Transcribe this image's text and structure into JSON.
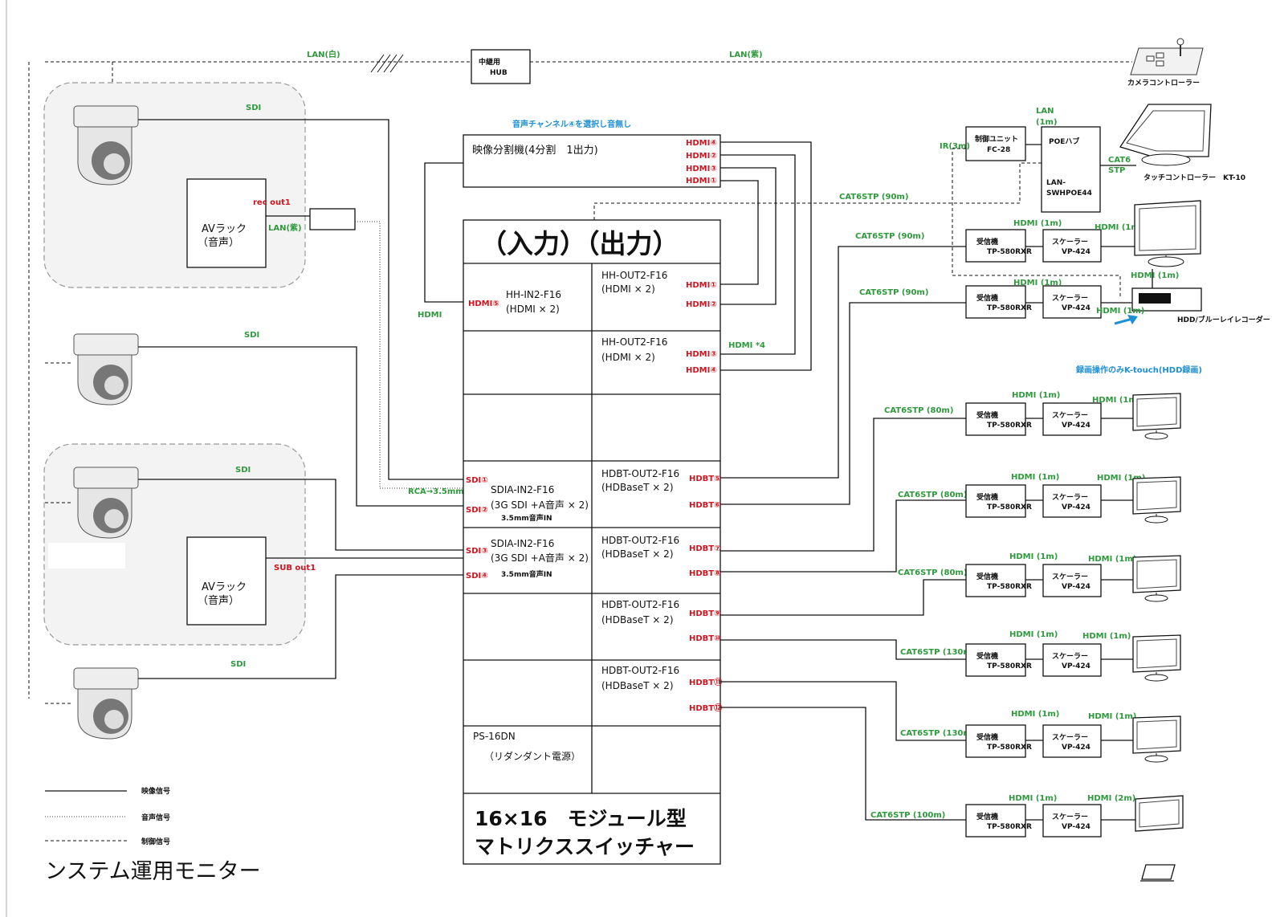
{
  "network": {
    "lan_white": "LAN(白)",
    "lan_purple": "LAN(紫)",
    "hub_line1": "中継用",
    "hub_line2": "HUB",
    "camera_controller": "カメラコントローラー"
  },
  "labels": {
    "sdi": "SDI",
    "hdmi": "HDMI",
    "rec_out1": "rec out1",
    "lan_purple_rack": "LAN(紫)",
    "rca": "RCA→3.5mm",
    "sub_out1": "SUB out1",
    "audio_channel_note": "音声チャンネル④を選択し音無し",
    "hdmi_x4": "HDMI *4",
    "record_note": "録画操作のみK-touch(HDD録画)"
  },
  "racks": {
    "rack_line1": "AVラック",
    "rack_line2": "（音声）"
  },
  "splitter": {
    "title": "映像分割機(4分割　1出力)",
    "ports": [
      "HDMI④",
      "HDMI②",
      "HDMI③",
      "HDMI①"
    ]
  },
  "matrix": {
    "header": "（入力）（出力）",
    "in_hh_port": "HDMI⑤",
    "in_hh_name": "HH-IN2-F16",
    "in_hh_sub": "(HDMI × 2)",
    "out_hh1_name": "HH-OUT2-F16",
    "out_hh1_sub": "(HDMI × 2)",
    "out_hh1_ports": [
      "HDMI①",
      "HDMI②"
    ],
    "out_hh2_name": "HH-OUT2-F16",
    "out_hh2_sub": "(HDMI × 2)",
    "out_hh2_ports": [
      "HDMI③",
      "HDMI④"
    ],
    "sdia1_ports": [
      "SDI①",
      "SDI②"
    ],
    "sdia_name": "SDIA-IN2-F16",
    "sdia_sub": "(3G SDI +A音声 × 2)",
    "sdia_note": "3.5mm音声IN",
    "sdia2_ports": [
      "SDI③",
      "SDI④"
    ],
    "hdbt_name": "HDBT-OUT2-F16",
    "hdbt_sub": "(HDBaseT × 2)",
    "hdbt_ports": [
      "HDBT⑤",
      "HDBT⑥",
      "HDBT⑦",
      "HDBT⑧",
      "HDBT⑨",
      "HDBT⑩",
      "HDBT⑪",
      "HDBT⑫"
    ],
    "psu_name": "PS-16DN",
    "psu_sub": "（リダンダント電源）",
    "footer_line1": "16×16　モジュール型",
    "footer_line2": "マトリクススイッチャー"
  },
  "control": {
    "ir": "IR(3m)",
    "unit_line1": "制御ユニット",
    "unit_line2": "FC-28",
    "lan_1m_line1": "LAN",
    "lan_1m_line2": "(1m)",
    "poe_line1": "POEハブ",
    "poe_line2": "LAN-",
    "poe_line3": "SWHPOE44",
    "cat6_line1": "CAT6",
    "cat6_line2": "STP",
    "touch_label": "タッチコントローラー　KT-10",
    "cat6stp_90": "CAT6STP (90m)",
    "hdd_label": "HDD/ブルーレイレコーダー",
    "hdmi_1m": "HDMI (1m)"
  },
  "receivers": {
    "rx_line1": "受信機",
    "rx_line2": "TP-580RXR",
    "sc_line1": "スケーラー",
    "sc_line2": "VP-424",
    "rows": [
      {
        "cable": "CAT6STP (90m)",
        "hdmi_in": "HDMI (1m)",
        "hdmi_out": "HDMI (1m)"
      },
      {
        "cable": "CAT6STP (90m)",
        "hdmi_in": "HDMI (1m)",
        "hdmi_out": "HDMI (1m)"
      },
      {
        "cable": "CAT6STP (80m)",
        "hdmi_in": "HDMI (1m)",
        "hdmi_out": "HDMI (1m)"
      },
      {
        "cable": "CAT6STP (80m)",
        "hdmi_in": "HDMI (1m)",
        "hdmi_out": "HDMI (1m)"
      },
      {
        "cable": "CAT6STP (80m)",
        "hdmi_in": "HDMI (1m)",
        "hdmi_out": "HDMI (1m)"
      },
      {
        "cable": "CAT6STP (130m)",
        "hdmi_in": "HDMI (1m)",
        "hdmi_out": "HDMI (1m)"
      },
      {
        "cable": "CAT6STP (130m)",
        "hdmi_in": "HDMI (1m)",
        "hdmi_out": "HDMI (1m)"
      },
      {
        "cable": "CAT6STP (100m)",
        "hdmi_in": "HDMI (1m)",
        "hdmi_out": "HDMI (2m)"
      }
    ]
  },
  "legend": {
    "video": "映像信号",
    "audio": "音声信号",
    "control": "制御信号"
  },
  "footer_title": "ンステム運用モニター",
  "colors": {
    "label_green": "#2e9a3c",
    "port_red": "#d0141e",
    "note_blue": "#1e8fd6"
  }
}
